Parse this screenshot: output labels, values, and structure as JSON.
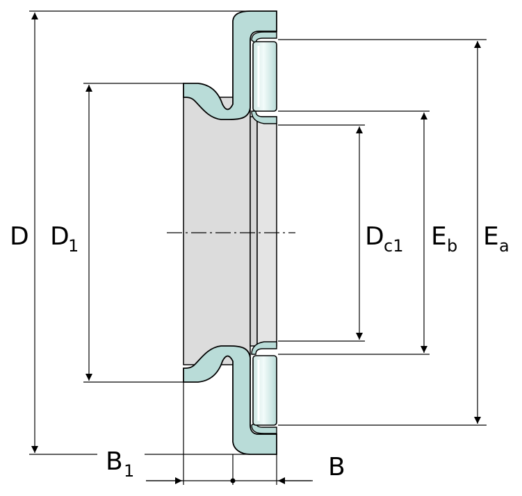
{
  "labels": {
    "D": "D",
    "D1_main": "D",
    "D1_sub": "1",
    "Dc1_main": "D",
    "Dc1_sub": "c1",
    "Eb_main": "E",
    "Eb_sub": "b",
    "Ea_main": "E",
    "Ea_sub": "a",
    "B1_main": "B",
    "B1_sub": "1",
    "B": "B"
  },
  "colors": {
    "housing_fill": "#b9dcd8",
    "bore_fill": "#dcdcdc",
    "roller_fill": "#cfe6e3",
    "roller_highlight": "#f2fbfa",
    "outline": "#000000"
  }
}
